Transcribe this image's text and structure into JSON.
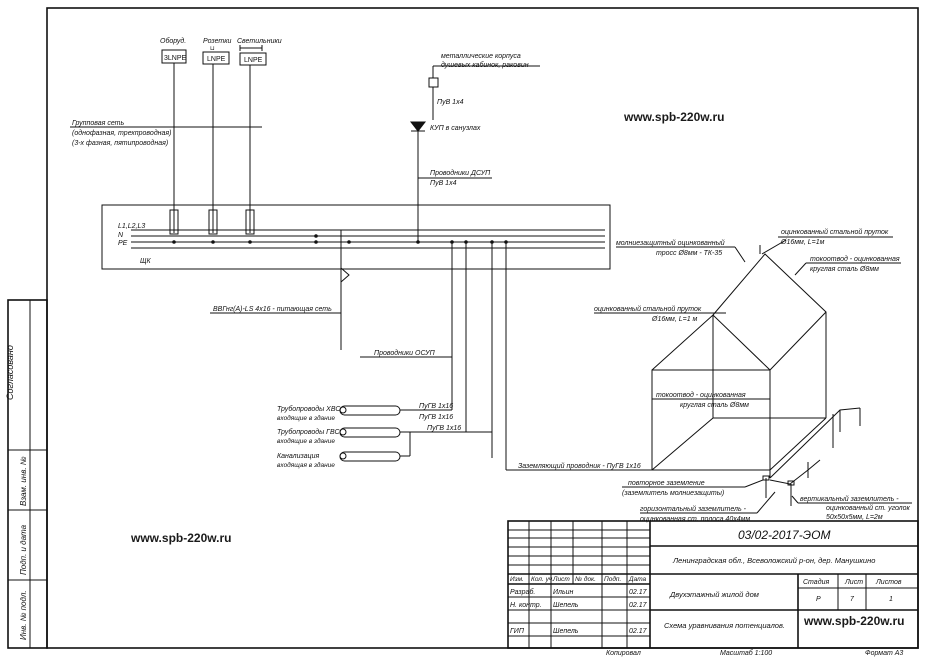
{
  "watermark": "www.spb-220w.ru",
  "consumers": {
    "equipment": "Оборуд.",
    "sockets": "Розетки",
    "lights": "Светильники",
    "equipment_conductors": "3LNPE",
    "sockets_conductors": "LNPE",
    "lights_conductors": "LNPE"
  },
  "labels": {
    "group_net_1": "Групповая сеть",
    "group_net_2": "(однофазная, трехпроводная)",
    "group_net_3": "(3-х фазная, пятипроводная)",
    "metal_shower_1": "металлические корпуса",
    "metal_shower_2": "душевых кабинок, раковин",
    "puv_1x4_top": "ПуВ 1х4",
    "kup": "КУП в санузлах",
    "dsup_conductors": "Проводники ДСУП",
    "puv_1x4_dsup": "ПуВ 1х4",
    "phases": "L1,L2,L3",
    "n": "N",
    "pe": "PE",
    "panel": "ЩК",
    "supply": "ВВГнг(А)-LS 4х16 - питающая сеть",
    "osup": "Проводники ОСУП",
    "pipe_cold_1": "Трубопроводы ХВС",
    "pipe_cold_2": "входящие в здание",
    "pugv_1": "ПуГВ 1х16",
    "pipe_hot_1": "Трубопроводы ГВС",
    "pipe_hot_2": "входящие в здание",
    "pugv_2": "ПуГВ 1х16",
    "sewer_1": "Канализация",
    "sewer_2": "входящая в здание",
    "pugv_3": "ПуГВ 1х16",
    "earthing_conductor": "Заземляющий проводник - ПуГВ 1х16"
  },
  "house_labels": {
    "cable_1": "молниезащитный оцинкованный",
    "cable_2": "тросс Ø8мм - ТК-35",
    "rod_top_1": "оцинкованный стальной пруток",
    "rod_top_2": "Ø16мм, L=1м",
    "downlead_right_1": "токоотвод - оцинкованная",
    "downlead_right_2": "круглая сталь Ø8мм",
    "rod_left_1": "оцинкованный стальной пруток",
    "rod_left_2": "Ø16мм, L=1 м",
    "downlead_mid_1": "токоотвод - оцинкованная",
    "downlead_mid_2": "круглая сталь Ø8мм",
    "repeat_earth_1": "повторное заземление",
    "repeat_earth_2": "(заземлитель молниезащиты)",
    "horiz_earth_1": "горизонтальный заземлитель -",
    "horiz_earth_2": "оцинкованная ст. полоса 40х4мм",
    "vert_earth_1": "вертикальный заземлитель -",
    "vert_earth_2": "оцинкованный ст. уголок",
    "vert_earth_3": "50х50х5мм, L=2м"
  },
  "side_stamp": {
    "agreed": "Согласовано",
    "inv_repl": "Взам. инв. №",
    "sign_date": "Подп. и дата",
    "inv_orig": "Инв. № подл."
  },
  "title_block": {
    "code": "03/02-2017-ЭОМ",
    "address": "Ленинградская обл., Всеволожский р-он, дер. Манушкино",
    "headers": [
      "Изм.",
      "Кол. уч.",
      "Лист",
      "№ док.",
      "Подп.",
      "Дата"
    ],
    "rows": [
      {
        "role": "Разраб.",
        "name": "Ильин",
        "date": "02.17"
      },
      {
        "role": "Н. контр.",
        "name": "Шепель",
        "date": "02.17"
      },
      {
        "role": "ГИП",
        "name": "Шепель",
        "date": "02.17"
      }
    ],
    "object": "Двухэтажный жилой дом",
    "drawing": "Схема уравнивания потенциалов.",
    "stage_label": "Стадия",
    "sheet_label": "Лист",
    "sheets_label": "Листов",
    "stage": "Р",
    "sheet": "7",
    "sheets": "1",
    "copied": "Копировал",
    "scale": "Масштаб 1:100",
    "format": "Формат А3"
  }
}
